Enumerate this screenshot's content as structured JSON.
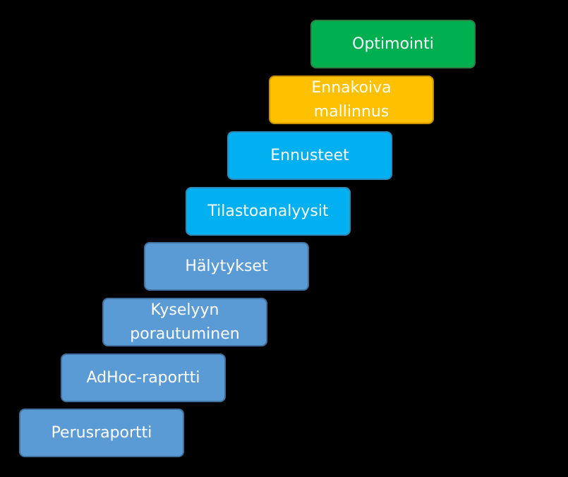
{
  "steps": [
    {
      "label": "Perusraportti",
      "color": "#5b9bd5",
      "border": "#41719c"
    },
    {
      "label": "AdHoc-raportti",
      "color": "#5b9bd5",
      "border": "#41719c"
    },
    {
      "label": "Kyselyyn\nporautuminen",
      "color": "#5b9bd5",
      "border": "#41719c"
    },
    {
      "label": "Hälytykset",
      "color": "#5b9bd5",
      "border": "#41719c"
    },
    {
      "label": "Tilastoanalyysit",
      "color": "#00b0f0",
      "border": "#2e8ab8"
    },
    {
      "label": "Ennusteet",
      "color": "#00b0f0",
      "border": "#2e8ab8"
    },
    {
      "label": "Ennakoiva\nmallinnus",
      "color": "#ffc000",
      "border": "#c69200"
    },
    {
      "label": "Optimointi",
      "color": "#00b050",
      "border": "#2e8040"
    }
  ]
}
